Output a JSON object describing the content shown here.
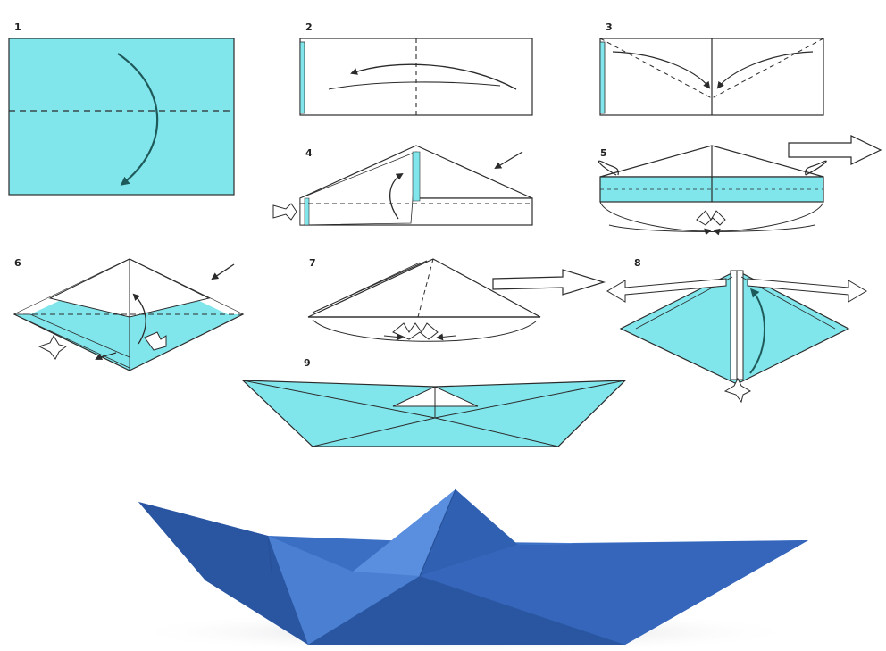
{
  "steps": [
    {
      "label": "1"
    },
    {
      "label": "2"
    },
    {
      "label": "3"
    },
    {
      "label": "4"
    },
    {
      "label": "5"
    },
    {
      "label": "6"
    },
    {
      "label": "7"
    },
    {
      "label": "8"
    },
    {
      "label": "9"
    }
  ],
  "colors": {
    "paper_cyan": "#80e6ec",
    "line": "#2b2b2b",
    "boat_blue": "#3a6fc4",
    "boat_blue_dark": "#2a55a0",
    "boat_blue_light": "#5a8ede"
  }
}
